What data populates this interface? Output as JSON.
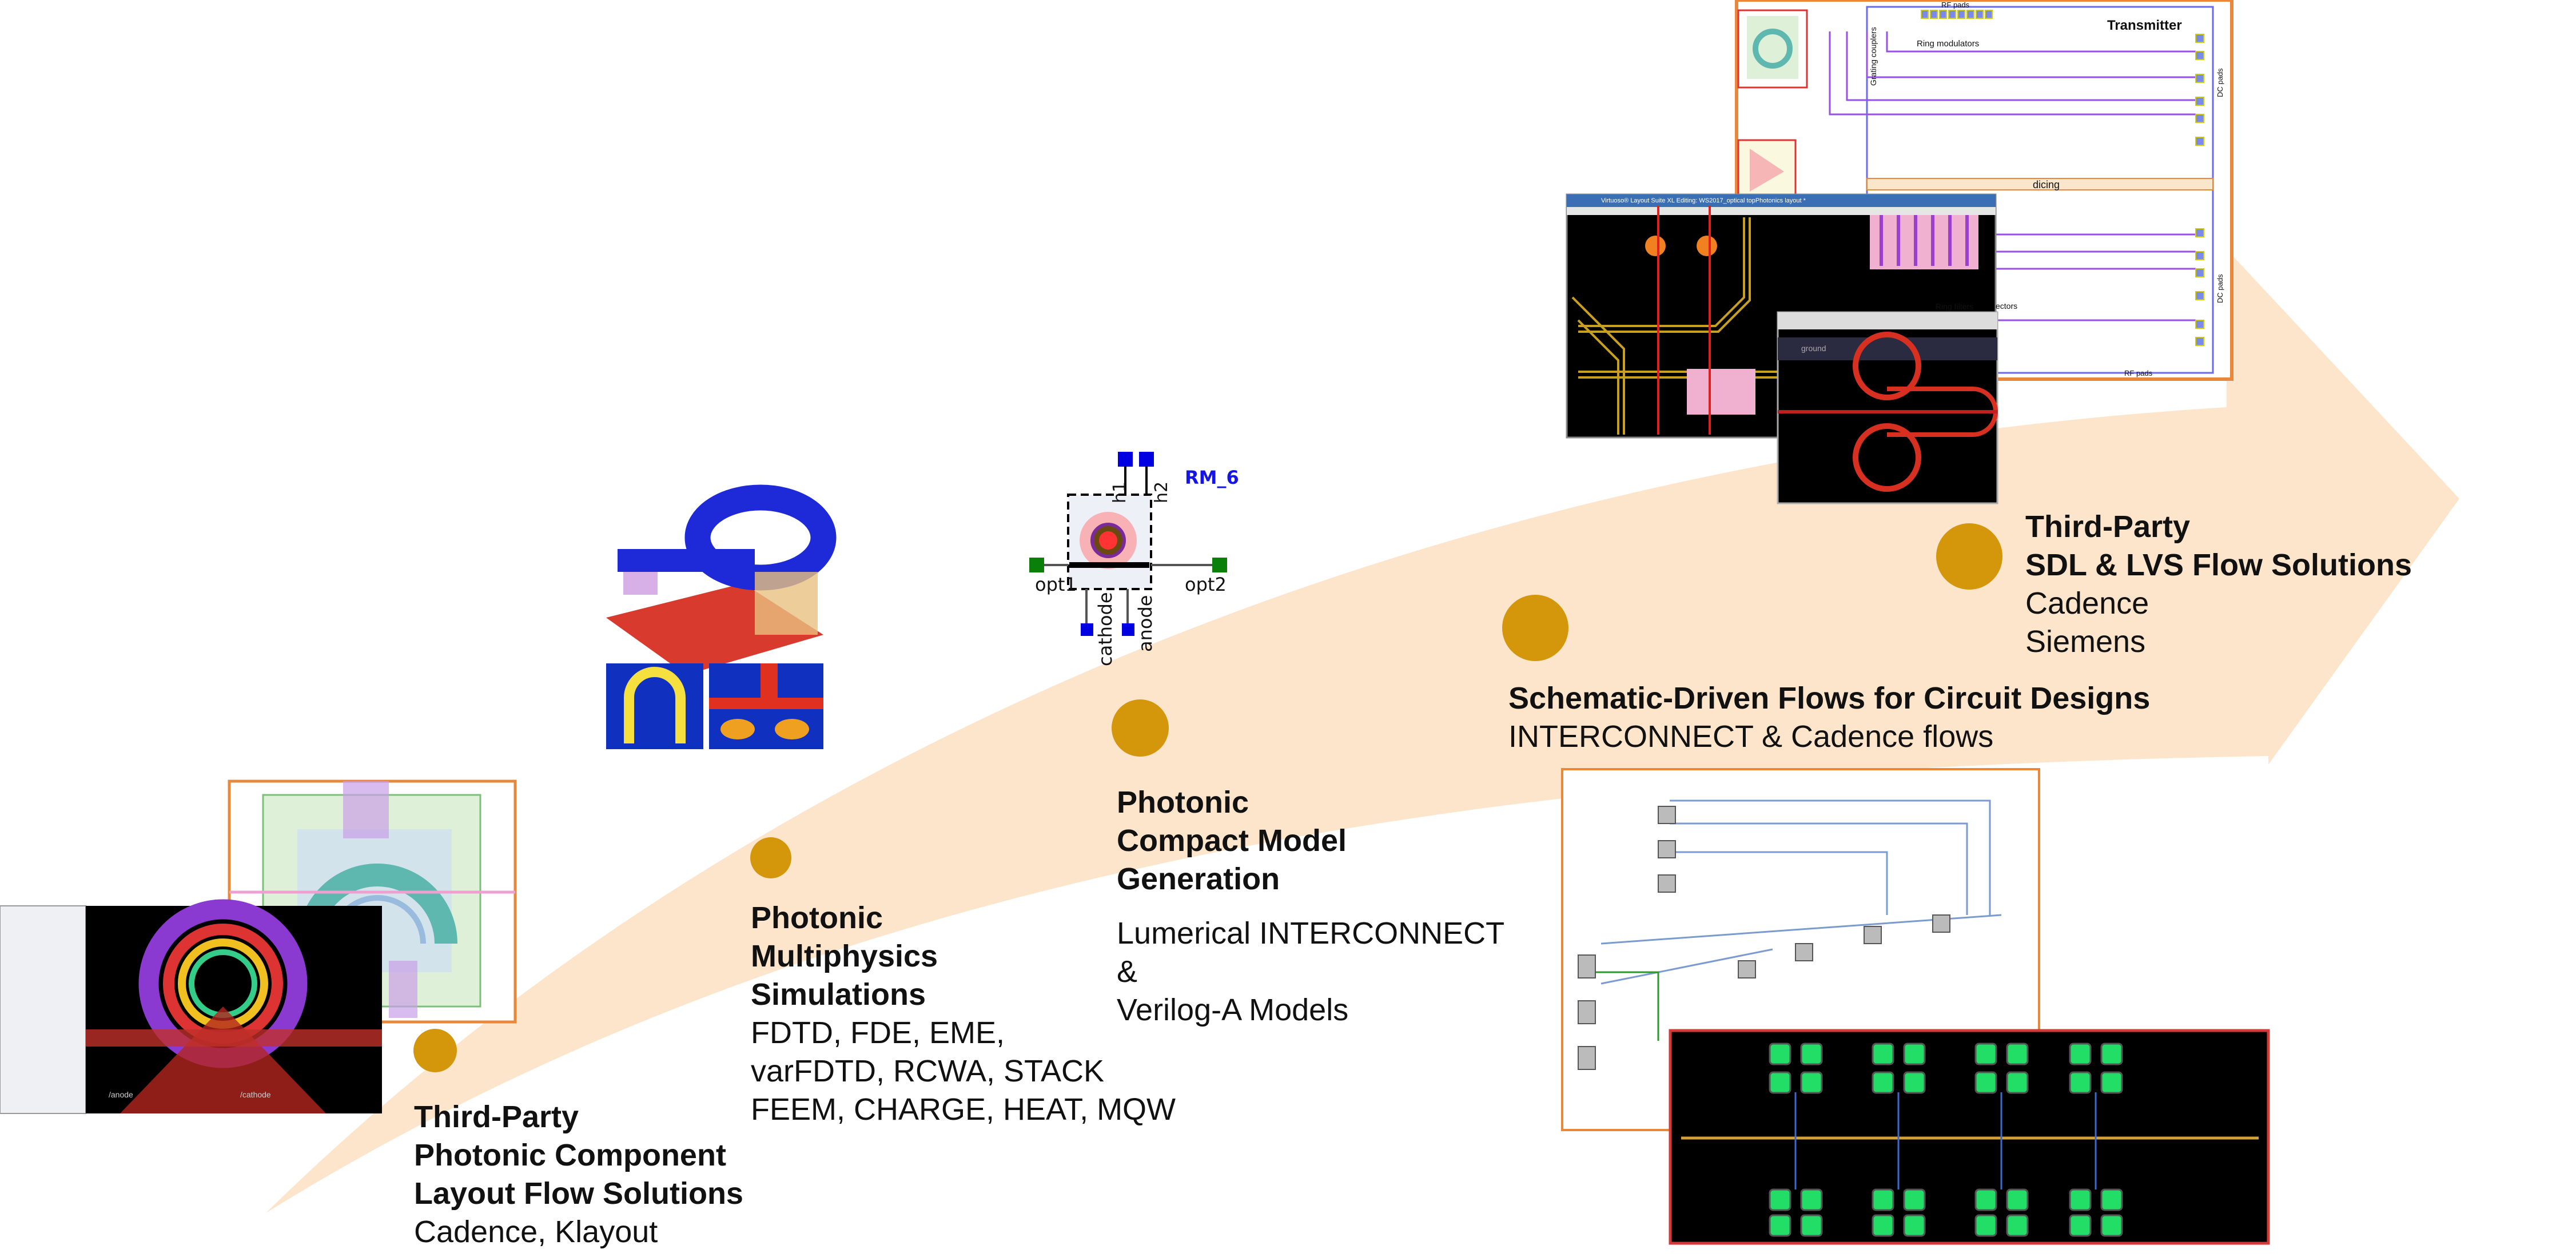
{
  "colors": {
    "arrow": "#FDE5CC",
    "milestone_dot": "#D4960A",
    "frame_orange": "#E8883C",
    "frame_red": "#D43A3A"
  },
  "milestones": [
    {
      "title": [
        "Third-Party",
        "Photonic Component",
        "Layout Flow Solutions"
      ],
      "body": [
        "Cadence, Klayout"
      ]
    },
    {
      "title": [
        "Photonic",
        "Multiphysics",
        "Simulations"
      ],
      "body": [
        "FDTD, FDE, EME,",
        "varFDTD, RCWA, STACK",
        "FEEM, CHARGE, HEAT, MQW"
      ]
    },
    {
      "title": [
        "Photonic",
        "Compact Model",
        "Generation"
      ],
      "body": [
        "Lumerical INTERCONNECT",
        "&",
        "Verilog-A Models"
      ]
    },
    {
      "title": [
        "Schematic-Driven Flows for Circuit Designs"
      ],
      "body": [
        "INTERCONNECT & Cadence flows"
      ]
    },
    {
      "title": [
        "Third-Party",
        "SDL & LVS Flow Solutions"
      ],
      "body": [
        "Cadence",
        "Siemens"
      ]
    }
  ],
  "compact_model": {
    "name": "RM_6",
    "ports": {
      "h1": "h1",
      "h2": "h2",
      "opt1": "opt1",
      "opt2": "opt2",
      "cathode": "cathode",
      "anode": "anode"
    }
  },
  "layout_chip": {
    "title": "Transmitter",
    "rf_pads_top": "RF pads",
    "rf_pads_bottom": "RF pads",
    "dc_pads_top": "DC pads",
    "dc_pads_bottom": "DC pads",
    "dicing": "dicing",
    "ring_modulators": "Ring modulators",
    "grating_couplers": "Grating couplers",
    "ring_filters": "Ring filters",
    "detectors": "ectors"
  },
  "virtuoso": {
    "title": "Virtuoso® Layout Suite XL Editing: WS2017_optical topPhotonics layout *",
    "ground_label": "ground"
  },
  "layout_left": {
    "anode_label": "/anode",
    "cathode_label": "/cathode"
  }
}
